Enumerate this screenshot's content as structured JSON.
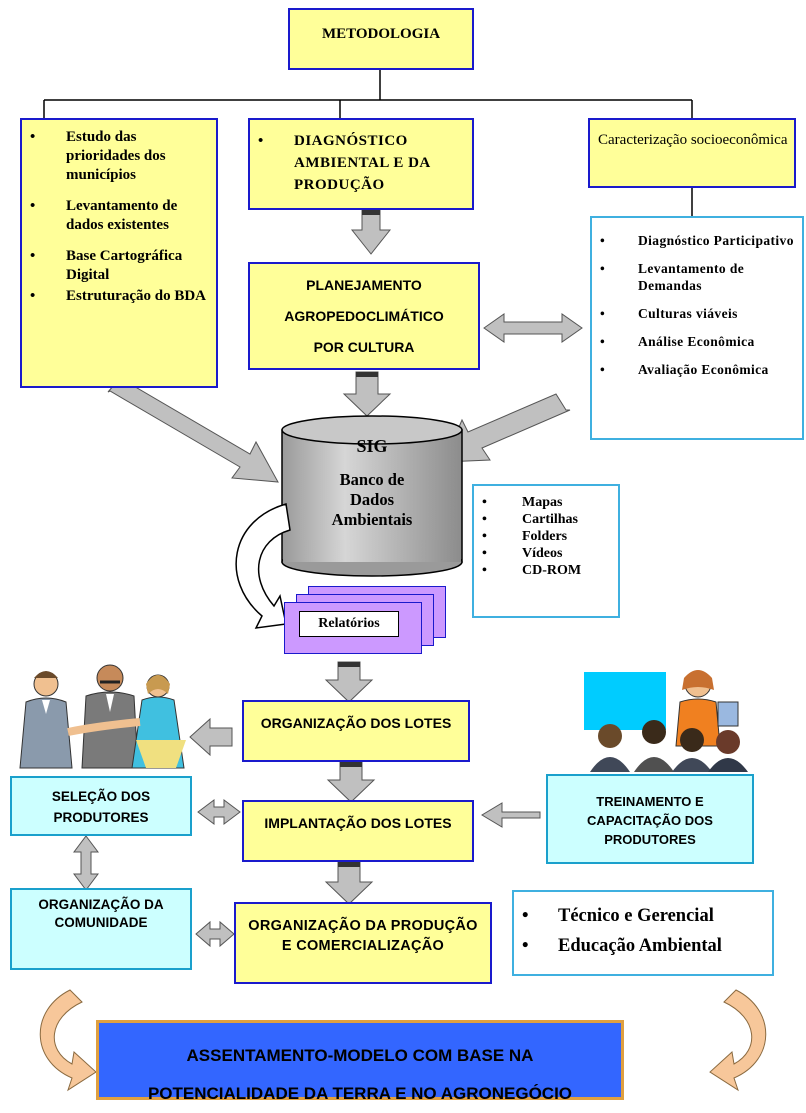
{
  "title": "METODOLOGIA",
  "left_box": {
    "items": [
      "Estudo das prioridades dos municípios",
      "Levantamento de dados existentes",
      "Base Cartográfica Digital",
      "Estruturação do BDA"
    ]
  },
  "center_top_box": {
    "items": [
      "DIAGNÓSTICO AMBIENTAL E DA PRODUÇÃO"
    ]
  },
  "right_top_box": {
    "text": "Caracterização socioeconômica"
  },
  "planning_box": {
    "lines": [
      "PLANEJAMENTO",
      "AGROPEDOCLIMÁTICO",
      "POR CULTURA"
    ]
  },
  "right_list": {
    "items": [
      "Diagnóstico Participativo",
      "Levantamento de Demandas",
      "Culturas viáveis",
      "Análise Econômica",
      "Avaliação Econômica"
    ]
  },
  "database": {
    "top_label": "SIG",
    "label": "Banco de Dados Ambientais"
  },
  "products": {
    "items": [
      "Mapas",
      "Cartilhas",
      "Folders",
      "Vídeos",
      "CD-ROM"
    ]
  },
  "reports": {
    "label": "Relatórios"
  },
  "org_lotes": {
    "label": "ORGANIZAÇÃO DOS LOTES"
  },
  "implant_lotes": {
    "label": "IMPLANTAÇÃO DOS LOTES"
  },
  "org_producao": {
    "label": "ORGANIZAÇÃO DA PRODUÇÃO E COMERCIALIZAÇÃO"
  },
  "selecao": {
    "label": "SELEÇÃO DOS PRODUTORES"
  },
  "org_comunidade": {
    "label": "ORGANIZAÇÃO DA COMUNIDADE"
  },
  "treinamento": {
    "label": "TREINAMENTO E CAPACITAÇÃO DOS PRODUTORES"
  },
  "training_list": {
    "items": [
      "Técnico e Gerencial",
      "Educação Ambiental"
    ]
  },
  "final_box": {
    "lines": [
      "ASSENTAMENTO-MODELO COM BASE NA",
      "POTENCIALIDADE DA TERRA E NO AGRONEGÓCIO"
    ]
  },
  "icons": [
    "people-handshake-clipart",
    "training-class-clipart",
    "curved-arrow-left",
    "curved-arrow-right"
  ],
  "colors": {
    "yellow_box": "#ffff99",
    "cyan_box": "#ccffff",
    "final_box": "#3366ff",
    "arrow_gray": "#c0c0c0",
    "report_purple": "#cc99ff",
    "curved_arrow": "#f7c79a"
  }
}
